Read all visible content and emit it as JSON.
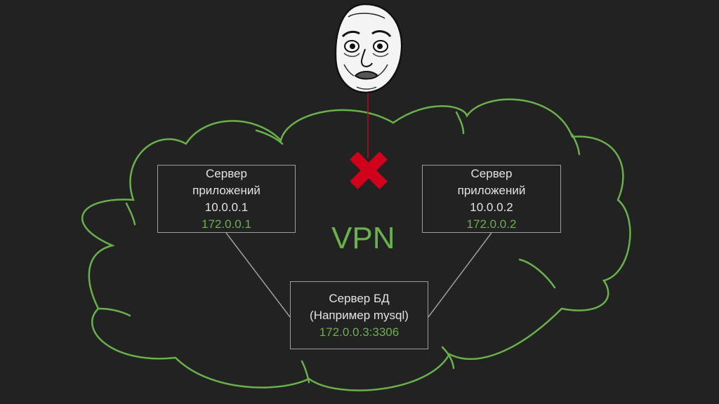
{
  "nodes": {
    "app1": {
      "title": "Сервер",
      "subtitle": "приложений",
      "ip_local": "10.0.0.1",
      "ip_vpn": "172.0.0.1"
    },
    "app2": {
      "title": "Сервер",
      "subtitle": "приложений",
      "ip_local": "10.0.0.2",
      "ip_vpn": "172.0.0.2"
    },
    "db": {
      "title": "Сервер БД",
      "subtitle": "(Например mysql)",
      "ip_vpn": "172.0.0.3:3306"
    }
  },
  "vpn_label": "VPN",
  "colors": {
    "background": "#222222",
    "cloud_outline": "#6ab04c",
    "box_border": "#9e9e9e",
    "text": "#e3e3e3",
    "accent_green": "#6ab04c",
    "blocked_red": "#d0021b"
  },
  "icons": {
    "user_face": "troll-face-icon",
    "blocked": "red-x-icon"
  }
}
